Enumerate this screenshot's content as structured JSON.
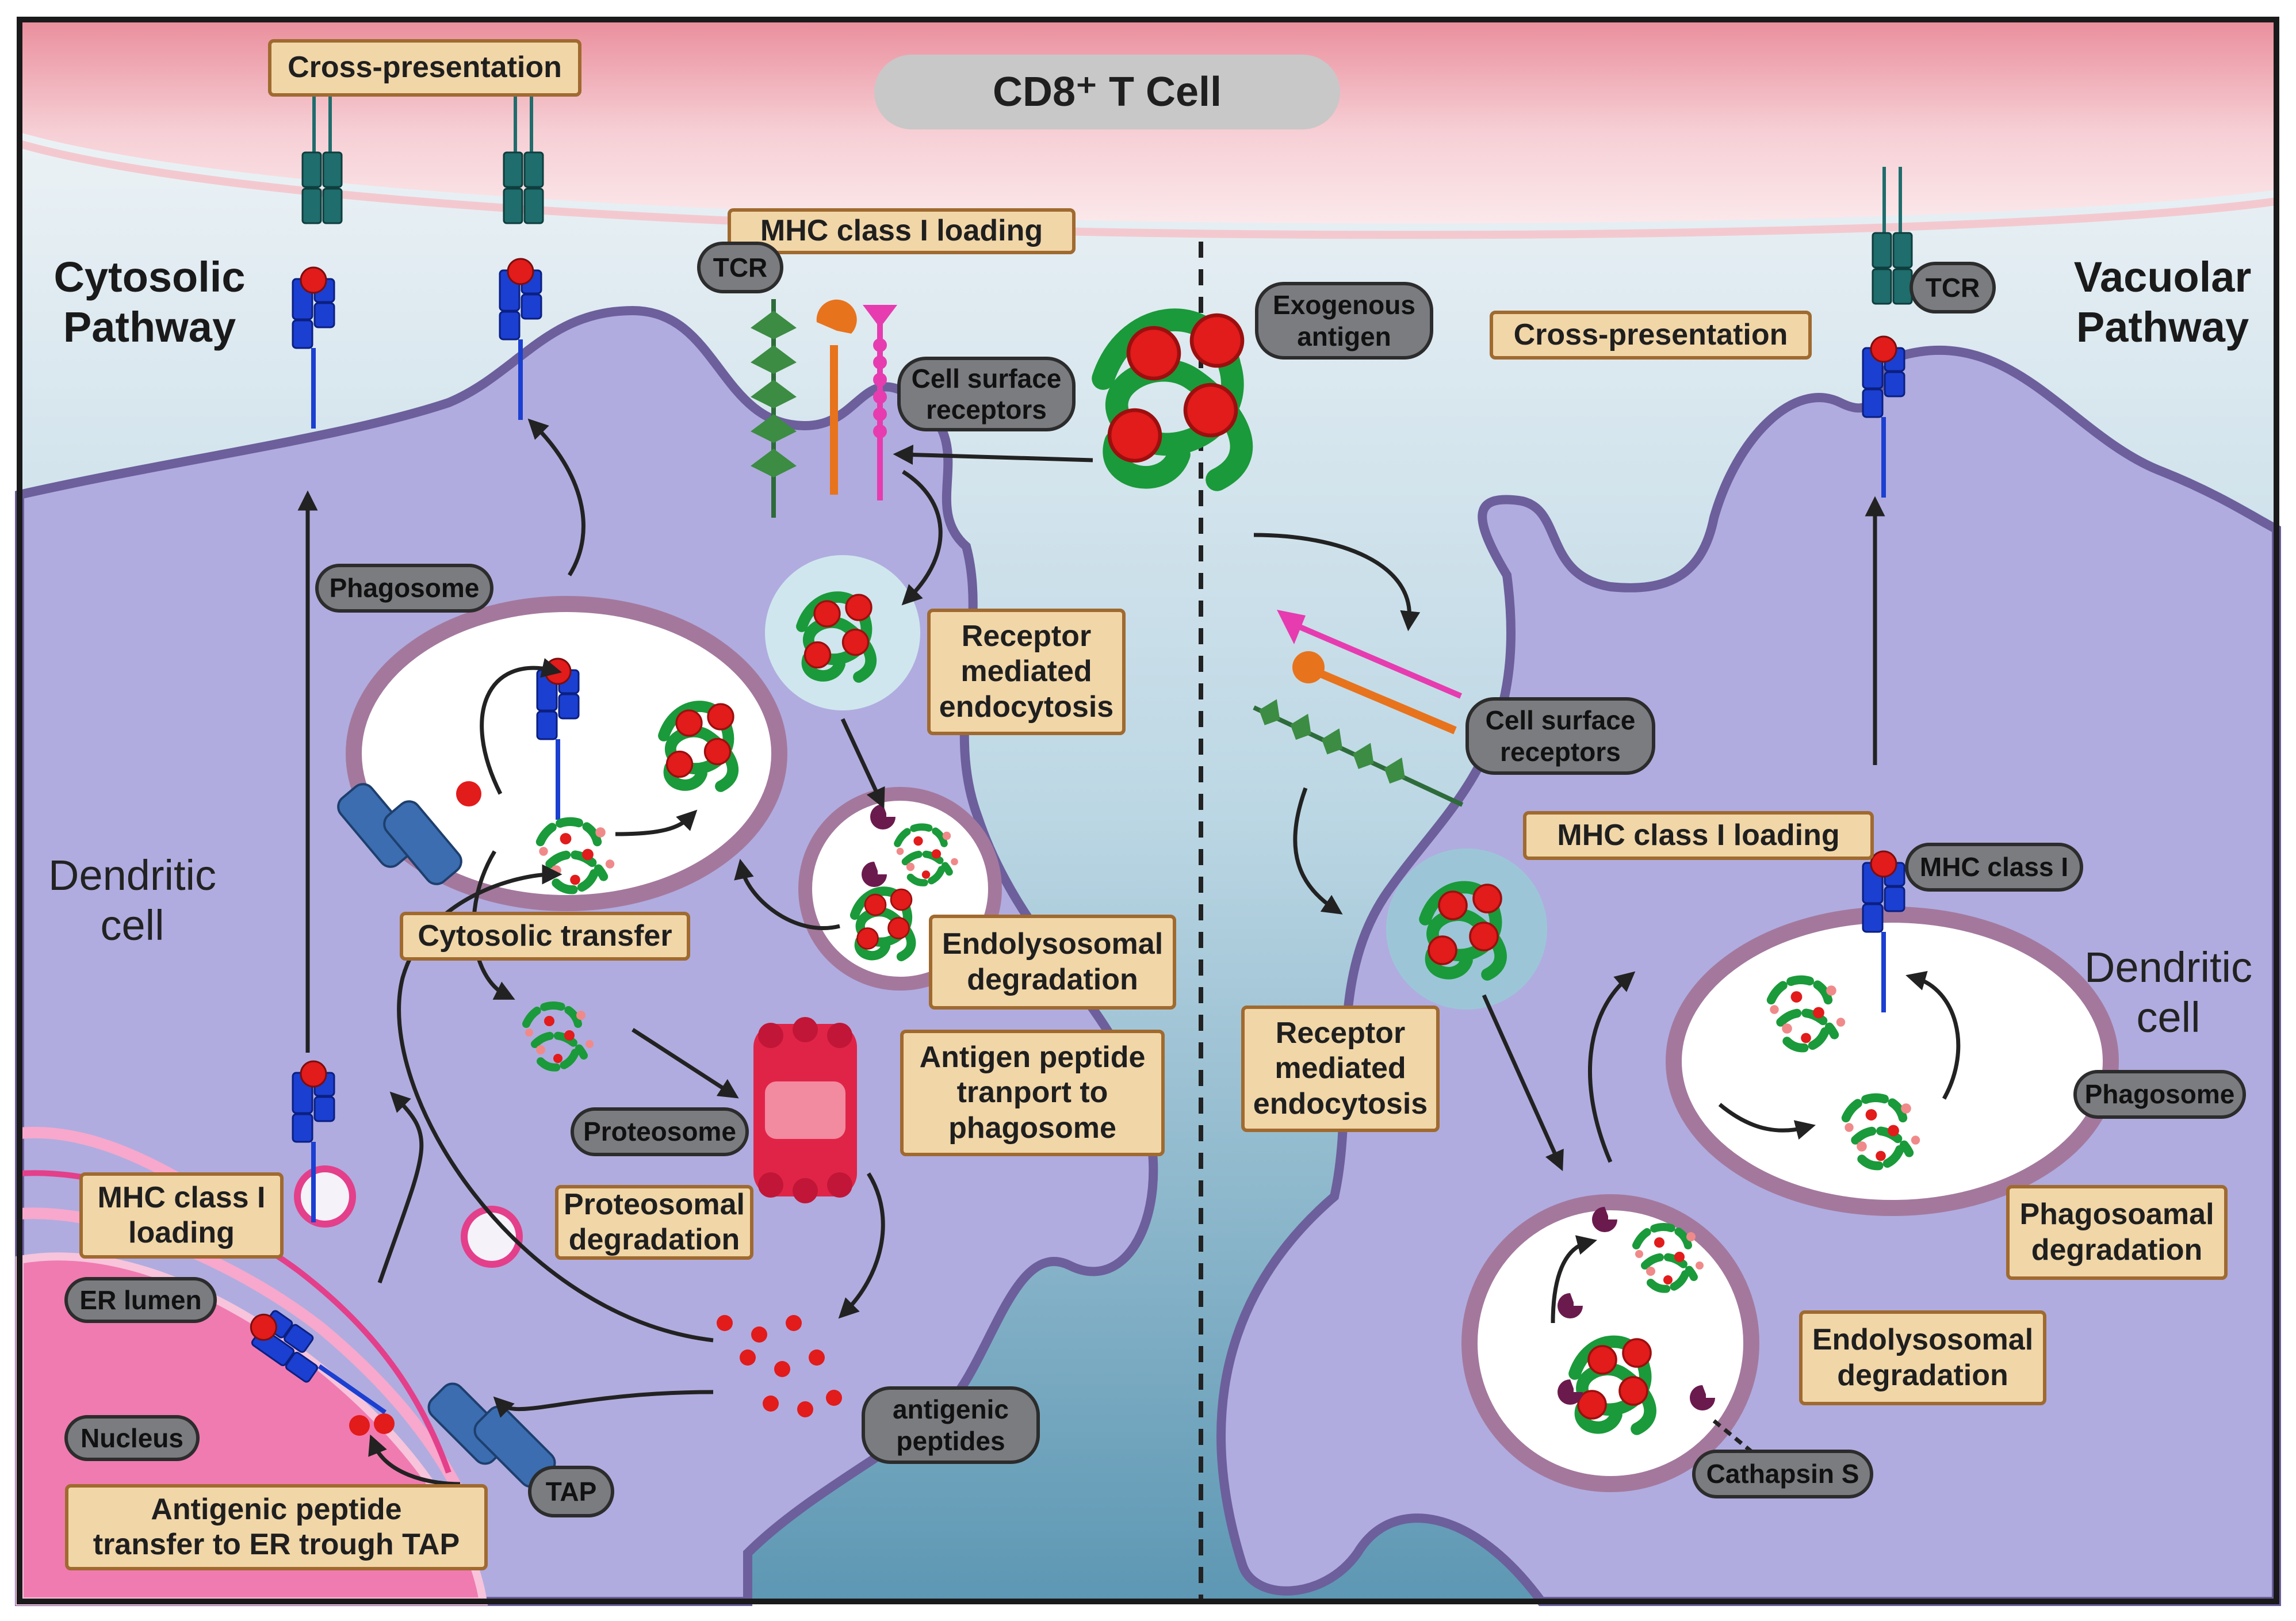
{
  "title": "CD8⁺ T Cell",
  "left": {
    "pathway": "Cytosolic\nPathway",
    "cell": "Dendritic\ncell",
    "cross_presentation": "Cross-presentation",
    "mhc_loading_top": "MHC class I loading",
    "tcr": "TCR",
    "cell_surface_receptors": "Cell surface\nreceptors",
    "phagosome": "Phagosome",
    "receptor_mediated_endocytosis": "Receptor\nmediated\nendocytosis",
    "cytosolic_transfer": "Cytosolic transfer",
    "endolysosomal_degradation": "Endolysosomal\ndegradation",
    "antigen_peptide_transport": "Antigen peptide\ntranport to\nphagosome",
    "proteosome": "Proteosome",
    "proteosomal_degradation": "Proteosomal\ndegradation",
    "mhc_loading": "MHC class I\nloading",
    "er_lumen": "ER lumen",
    "nucleus": "Nucleus",
    "tap": "TAP",
    "antigenic_peptides": "antigenic\npeptides",
    "peptide_transfer": "Antigenic peptide\ntransfer to ER trough TAP"
  },
  "center": {
    "exogenous_antigen": "Exogenous\nantigen"
  },
  "right": {
    "pathway": "Vacuolar\nPathway",
    "cell": "Dendritic\ncell",
    "tcr": "TCR",
    "cross_presentation": "Cross-presentation",
    "cell_surface_receptors": "Cell surface\nreceptors",
    "mhc_loading": "MHC class I loading",
    "mhc_class_i": "MHC class I",
    "receptor_mediated_endocytosis": "Receptor\nmediated\nendocytosis",
    "phagosome": "Phagosome",
    "phagosomal_degradation": "Phagosoamal\ndegradation",
    "endolysosomal_degradation": "Endolysosomal\ndegradation",
    "cathepsin": "Cathapsin S"
  },
  "colors": {
    "t_cell": "#f2b7bf",
    "cytoplasm": "#b0acdf",
    "membrane": "#6c5f9c",
    "mhc": "#1b3fd1",
    "tcr": "#1f6d6d",
    "antigen_green": "#1a9a3a",
    "antigen_red": "#e21b1b",
    "label_fill": "#f1d6a8",
    "label_border": "#a06a2f",
    "badge_fill": "#7a7c80"
  },
  "icons": [
    "mhc-class-i-icon",
    "tcr-icon",
    "tap-channel-icon",
    "proteasome-icon",
    "antigen-icon",
    "cathepsin-icon"
  ]
}
